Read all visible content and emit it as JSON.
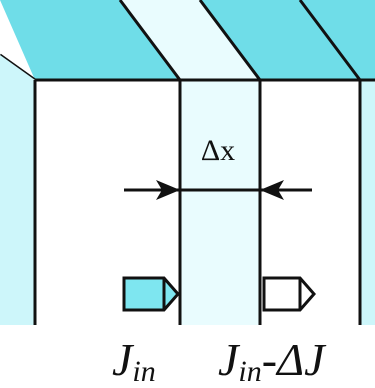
{
  "diagram": {
    "delta_label": "Δx",
    "flux_in_label": "J",
    "flux_in_sub": "in",
    "flux_out_label": "J",
    "flux_out_sub": "in",
    "flux_out_minus": "-ΔJ"
  },
  "colors": {
    "slab_front": "#dffafd",
    "slab_top": "#6fdde8",
    "slab_top_dark": "#5ad0dc",
    "slice_fill": "#e9fcfe",
    "outline": "#111111",
    "arrow_in_fill": "#7ee6f0",
    "arrow_out_fill": "#ffffff"
  }
}
